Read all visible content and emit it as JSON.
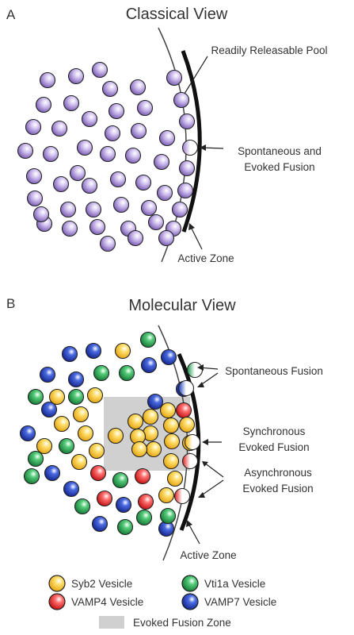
{
  "panel_a": {
    "letter": "A",
    "title": "Classical View",
    "labels": {
      "rrp": "Readily Releasable Pool",
      "fusion_line1": "Spontaneous and",
      "fusion_line2": "Evoked Fusion",
      "active_zone": "Active Zone"
    }
  },
  "panel_b": {
    "letter": "B",
    "title": "Molecular View",
    "labels": {
      "spontaneous": "Spontaneous Fusion",
      "sync_line1": "Synchronous",
      "sync_line2": "Evoked Fusion",
      "async_line1": "Asynchronous",
      "async_line2": "Evoked Fusion",
      "active_zone": "Active Zone"
    }
  },
  "legend": {
    "syb2": "Syb2 Vesicle",
    "vti1a": "Vti1a Vesicle",
    "vamp4": "VAMP4 Vesicle",
    "vamp7": "VAMP7 Vesicle",
    "zone": "Evoked Fusion Zone"
  },
  "colors": {
    "classical": "#a98bd9",
    "syb2": "#f5b800",
    "vamp4": "#e02020",
    "vti1a": "#1a9a4a",
    "vamp7": "#1d3fb8",
    "zone": "#d0d0d0"
  }
}
